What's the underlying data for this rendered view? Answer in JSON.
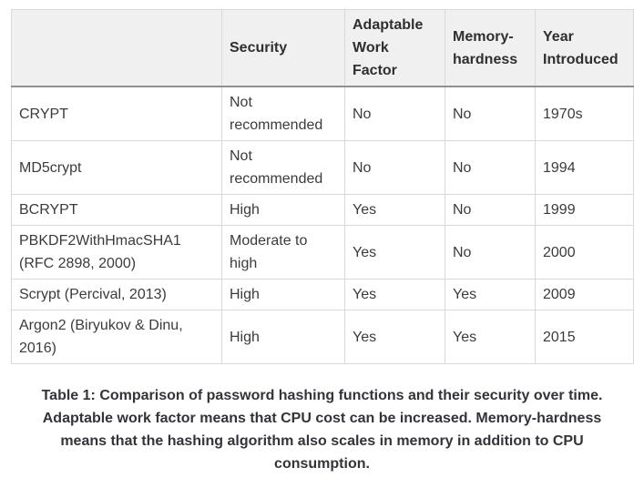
{
  "table": {
    "headers": [
      "",
      "Security",
      "Adaptable Work Factor",
      "Memory-hardness",
      "Year Introduced"
    ],
    "rows": [
      {
        "name": "CRYPT",
        "security": "Not recommended",
        "adaptable_work_factor": "No",
        "memory_hardness": "No",
        "year_introduced": "1970s"
      },
      {
        "name": "MD5crypt",
        "security": "Not recommended",
        "adaptable_work_factor": "No",
        "memory_hardness": "No",
        "year_introduced": "1994"
      },
      {
        "name": "BCRYPT",
        "security": "High",
        "adaptable_work_factor": "Yes",
        "memory_hardness": "No",
        "year_introduced": "1999"
      },
      {
        "name": "PBKDF2WithHmacSHA1 (RFC 2898, 2000)",
        "security": "Moderate to high",
        "adaptable_work_factor": "Yes",
        "memory_hardness": "No",
        "year_introduced": "2000"
      },
      {
        "name": "Scrypt (Percival, 2013)",
        "security": "High",
        "adaptable_work_factor": "Yes",
        "memory_hardness": "Yes",
        "year_introduced": "2009"
      },
      {
        "name": "Argon2 (Biryukov & Dinu, 2016)",
        "security": "High",
        "adaptable_work_factor": "Yes",
        "memory_hardness": "Yes",
        "year_introduced": "2015"
      }
    ]
  },
  "caption": {
    "full_text": "Table 1: Comparison of password hashing functions and their security over time. Adaptable work factor means that CPU cost can be increased. Memory-hardness means that the hashing algorithm also scales in memory in addition to CPU consumption.",
    "lines": [
      "Table 1: Comparison of password hashing functions and their security over time.",
      "Adaptable work factor means that CPU cost can be increased. Memory-hardness",
      "means that the hashing algorithm also scales in memory in addition to CPU",
      "consumption."
    ]
  },
  "colors": {
    "header_background": "#f0f0f0",
    "cell_border": "#d9d9d9",
    "header_divider": "#8f8f8f",
    "table_text": "#3b3b3b",
    "caption_text": "#33333b"
  }
}
